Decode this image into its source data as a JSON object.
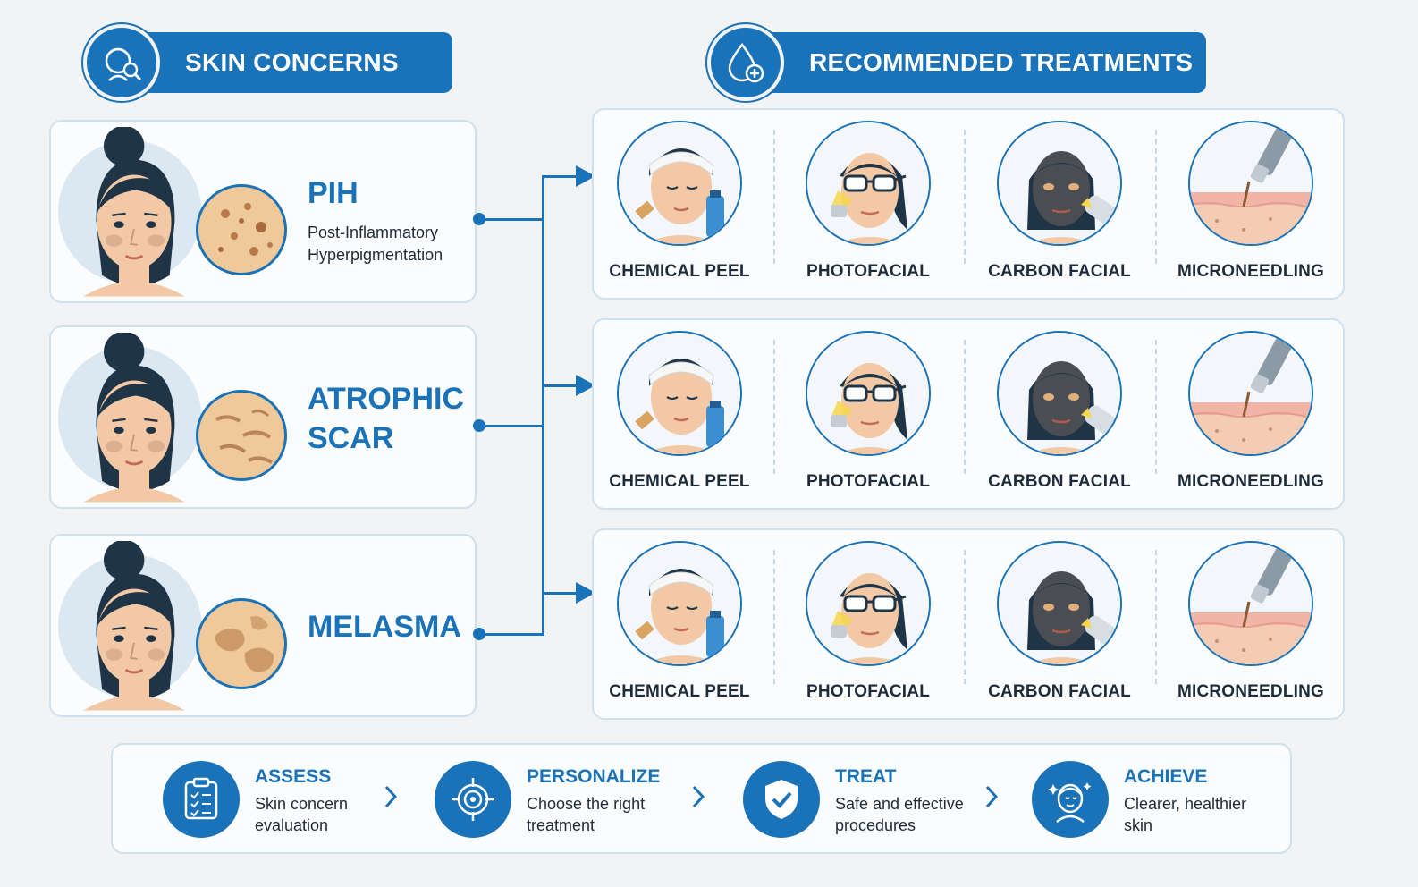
{
  "colors": {
    "accent": "#1a72b8",
    "card_border": "#cfe0ef",
    "background": "#f1f3f5"
  },
  "headers": {
    "concerns": {
      "label": "SKIN CONCERNS",
      "icon": "face-magnifier-icon"
    },
    "treatments": {
      "label": "RECOMMENDED TREATMENTS",
      "icon": "drop-plus-icon"
    }
  },
  "concerns": [
    {
      "title_line1": "PIH",
      "title_line2": "",
      "subtitle_line1": "Post-Inflammatory",
      "subtitle_line2": "Hyperpigmentation"
    },
    {
      "title_line1": "ATROPHIC",
      "title_line2": "SCAR",
      "subtitle_line1": "",
      "subtitle_line2": ""
    },
    {
      "title_line1": "MELASMA",
      "title_line2": "",
      "subtitle_line1": "",
      "subtitle_line2": ""
    }
  ],
  "treatments": [
    "CHEMICAL PEEL",
    "PHOTOFACIAL",
    "CARBON FACIAL",
    "MICRONEEDLING"
  ],
  "process": [
    {
      "title": "ASSESS",
      "line1": "Skin concern",
      "line2": "evaluation",
      "icon": "clipboard-icon"
    },
    {
      "title": "PERSONALIZE",
      "line1": "Choose the right",
      "line2": "treatment",
      "icon": "target-icon"
    },
    {
      "title": "TREAT",
      "line1": "Safe and effective",
      "line2": "procedures",
      "icon": "shield-check-icon"
    },
    {
      "title": "ACHIEVE",
      "line1": "Clearer, healthier",
      "line2": "skin",
      "icon": "glowing-face-icon"
    }
  ]
}
